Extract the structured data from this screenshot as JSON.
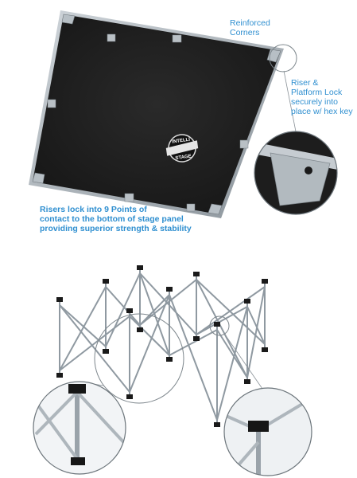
{
  "callouts": {
    "reinforced_corners": "Reinforced\nCorners",
    "riser_lock": "Riser &\nPlatform Lock\nsecurely into\nplace w/ hex key",
    "risers_points": "Risers lock into 9 Points of\ncontact to the bottom of stage panel\nproviding  superior strength & stability"
  },
  "logo": {
    "text_top": "INTELLI",
    "text_bottom": "STAGE"
  },
  "colors": {
    "panel": "#1b1b1b",
    "frame": "#a9b1b8",
    "callout_text": "#2f8fd0",
    "leg": "#8f99a1",
    "foot": "#1a1a1a"
  }
}
